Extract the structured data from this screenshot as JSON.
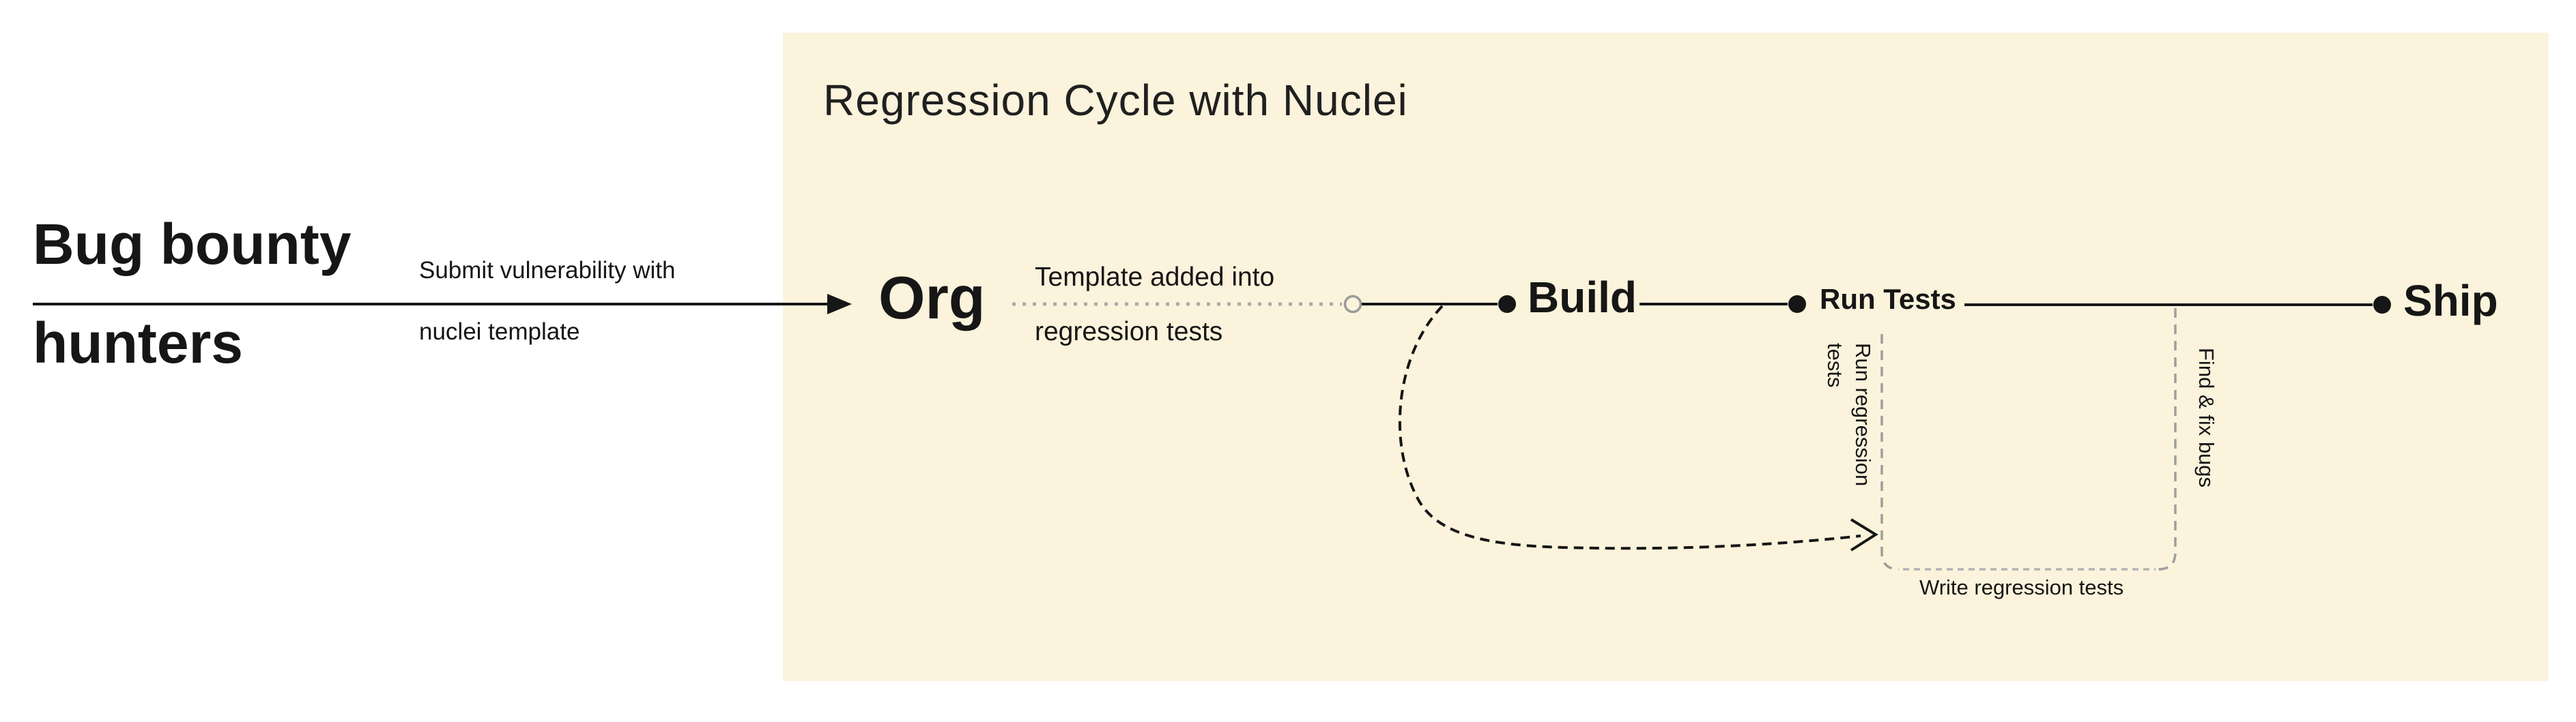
{
  "colors": {
    "page_bg": "#ffffff",
    "panel_bg": "#fbf3dc",
    "ink": "#161616",
    "muted": "#9e9e9e",
    "muted_light": "#b3b3b3"
  },
  "left_section": {
    "actor_line1": "Bug bounty",
    "actor_line2": "hunters",
    "arrow_label_line1": "Submit vulnerability with",
    "arrow_label_line2": "nuclei template"
  },
  "panel": {
    "title": "Regression Cycle with Nuclei",
    "nodes": {
      "org": "Org",
      "build": "Build",
      "run_tests": "Run Tests",
      "ship": "Ship"
    },
    "labels": {
      "template_added_line1": "Template added into",
      "template_added_line2": "regression tests",
      "run_regression": "Run regression tests",
      "find_fix": "Find & fix bugs",
      "write_regression": "Write regression tests"
    }
  }
}
